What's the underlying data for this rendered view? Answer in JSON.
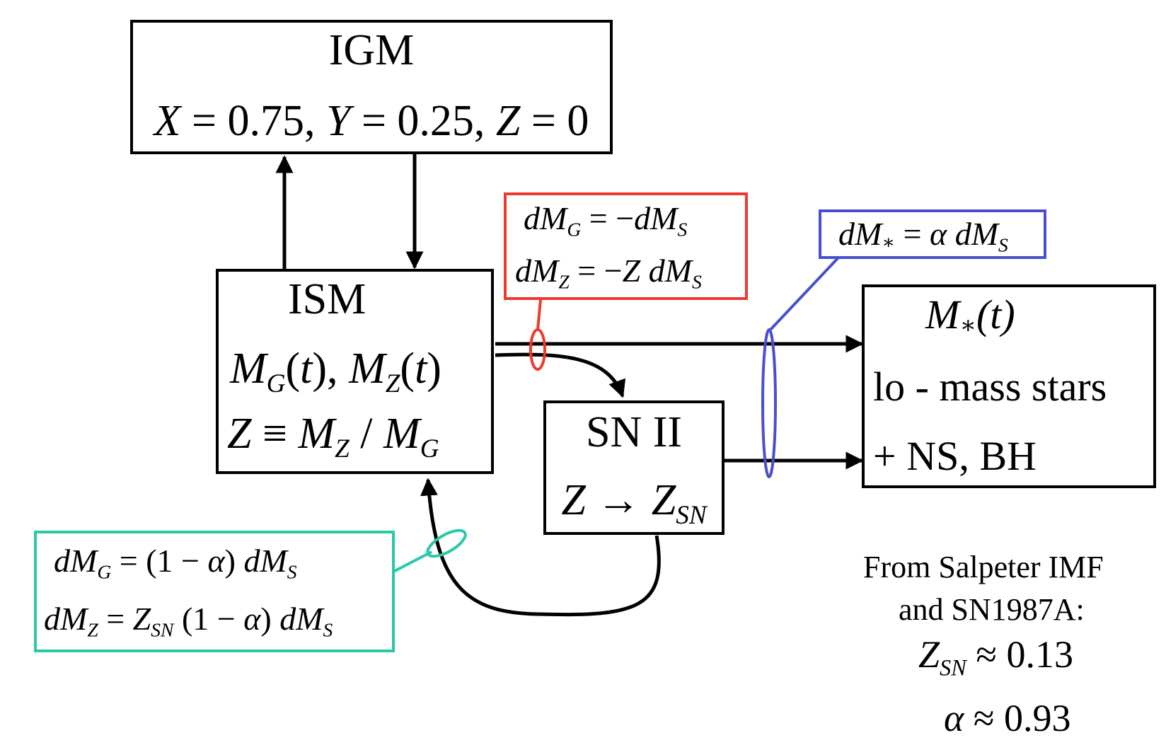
{
  "accent_colors": {
    "red": "#ee3a2c",
    "blue": "#4a4fd0",
    "teal": "#27c9a8",
    "black": "#000000"
  },
  "igm": {
    "title": "IGM",
    "eq": {
      "X": "X",
      "eq1": " = 0.75, ",
      "Y": "Y",
      "eq2": " = 0.25, ",
      "Z": "Z",
      "eq3": " = 0"
    }
  },
  "ism": {
    "title": "ISM",
    "l1": {
      "M1": "M",
      "s1": "G",
      "p1": "(",
      "t1": "t",
      "p2": "), ",
      "M2": "M",
      "s2": "Z",
      "p3": "(",
      "t2": "t",
      "p4": ")"
    },
    "l2": {
      "Z": "Z",
      "eq": " ≡ ",
      "M1": "M",
      "s1": "Z",
      "slash": " / ",
      "M2": "M",
      "s2": "G"
    }
  },
  "sn": {
    "title": "SN II",
    "l": {
      "Z1": "Z",
      "arrow": " → ",
      "Z2": "Z",
      "s": "SN"
    }
  },
  "stars": {
    "title": {
      "M": "M",
      "ast": "∗",
      "t": "(t)"
    },
    "l1": "lo - mass stars",
    "l2": "+ NS, BH"
  },
  "red_box": {
    "l1": {
      "a": "dM",
      "as": "G",
      "eq": " = −",
      "b": "dM",
      "bs": "S"
    },
    "l2": {
      "a": "dM",
      "as": "Z",
      "eq": " = −",
      "z": "Z",
      "sp": " ",
      "b": "dM",
      "bs": "S"
    }
  },
  "blue_box": {
    "a": "dM",
    "ast": "∗",
    "eq": " = ",
    "alpha": "α",
    "sp": " ",
    "b": "dM",
    "bs": "S"
  },
  "teal_box": {
    "l1": {
      "a": "dM",
      "as": "G",
      "eq": " = (1 − ",
      "alpha": "α",
      "cl": ") ",
      "b": "dM",
      "bs": "S"
    },
    "l2": {
      "a": "dM",
      "as": "Z",
      "eq": " = ",
      "z": "Z",
      "zs": "SN",
      "op": " (1 − ",
      "alpha": "α",
      "cl": ") ",
      "b": "dM",
      "bs": "S"
    }
  },
  "note": {
    "l1": "From Salpeter IMF",
    "l2": "and SN1987A:",
    "l3": {
      "z": "Z",
      "zs": "SN",
      "val": " ≈ 0.13"
    },
    "l4": {
      "alpha": "α",
      "val": " ≈ 0.93"
    }
  }
}
